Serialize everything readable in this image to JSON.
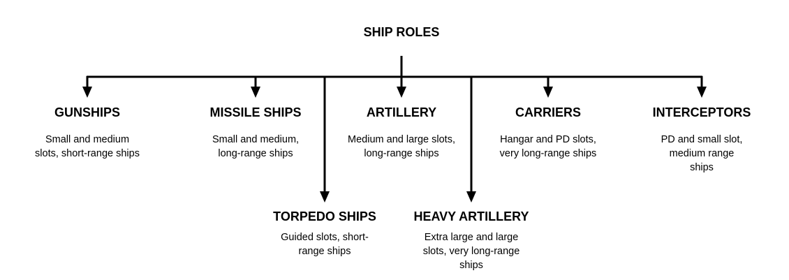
{
  "title": "SHIP ROLES",
  "roles": [
    {
      "name": "GUNSHIPS",
      "lines": [
        "Small and medium",
        "slots, short-range ships"
      ]
    },
    {
      "name": "MISSILE SHIPS",
      "lines": [
        "Small and medium,",
        "long-range ships"
      ]
    },
    {
      "name": "ARTILLERY",
      "lines": [
        "Medium and large slots,",
        "long-range ships"
      ]
    },
    {
      "name": "CARRIERS",
      "lines": [
        "Hangar and PD slots,",
        "very long-range ships"
      ]
    },
    {
      "name": "INTERCEPTORS",
      "lines": [
        "PD and small slot,",
        "medium range ships"
      ]
    },
    {
      "name": "TORPEDO SHIPS",
      "lines": [
        "Guided slots, short-",
        "range ships"
      ]
    },
    {
      "name": "HEAVY ARTILLERY",
      "lines": [
        "Extra large and large",
        "slots, very long-range",
        "ships"
      ]
    }
  ]
}
